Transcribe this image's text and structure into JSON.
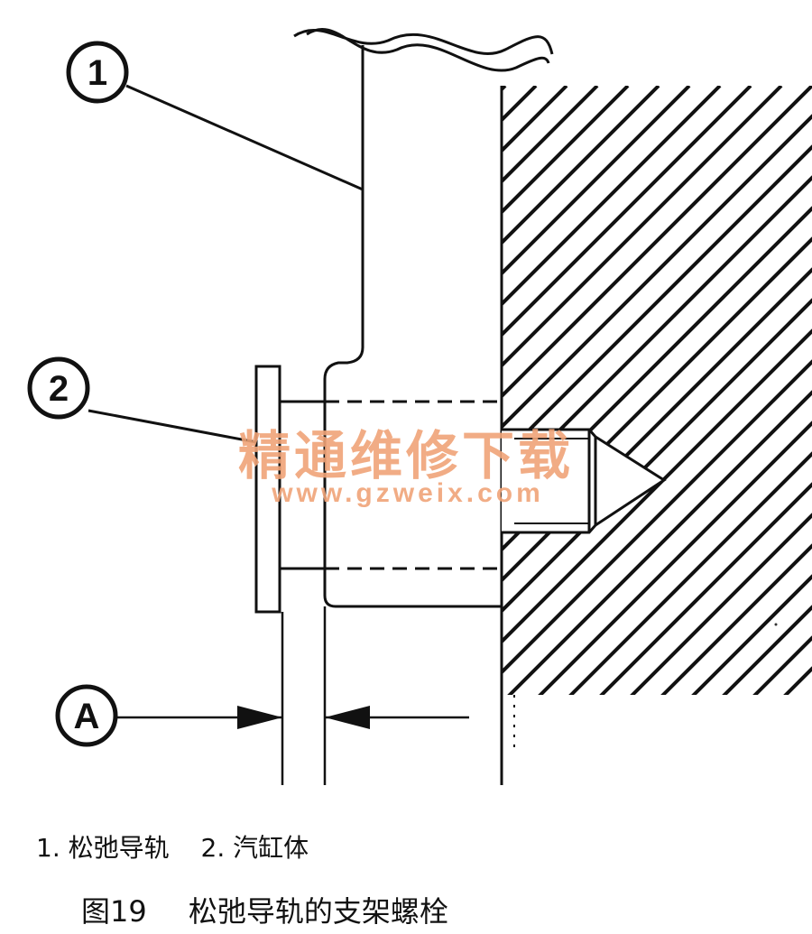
{
  "diagram": {
    "callouts": [
      "1",
      "2",
      "A"
    ],
    "watermark_cn": "精通维修下载",
    "watermark_url": "www.gzweix.com",
    "colors": {
      "line": "#111111",
      "watermark": "#f0a478",
      "background": "#ffffff"
    }
  },
  "legend": {
    "item1": "1. 松弛导轨",
    "item2": "2. 汽缸体"
  },
  "figure": {
    "number": "图19",
    "title": "松弛导轨的支架螺栓"
  }
}
